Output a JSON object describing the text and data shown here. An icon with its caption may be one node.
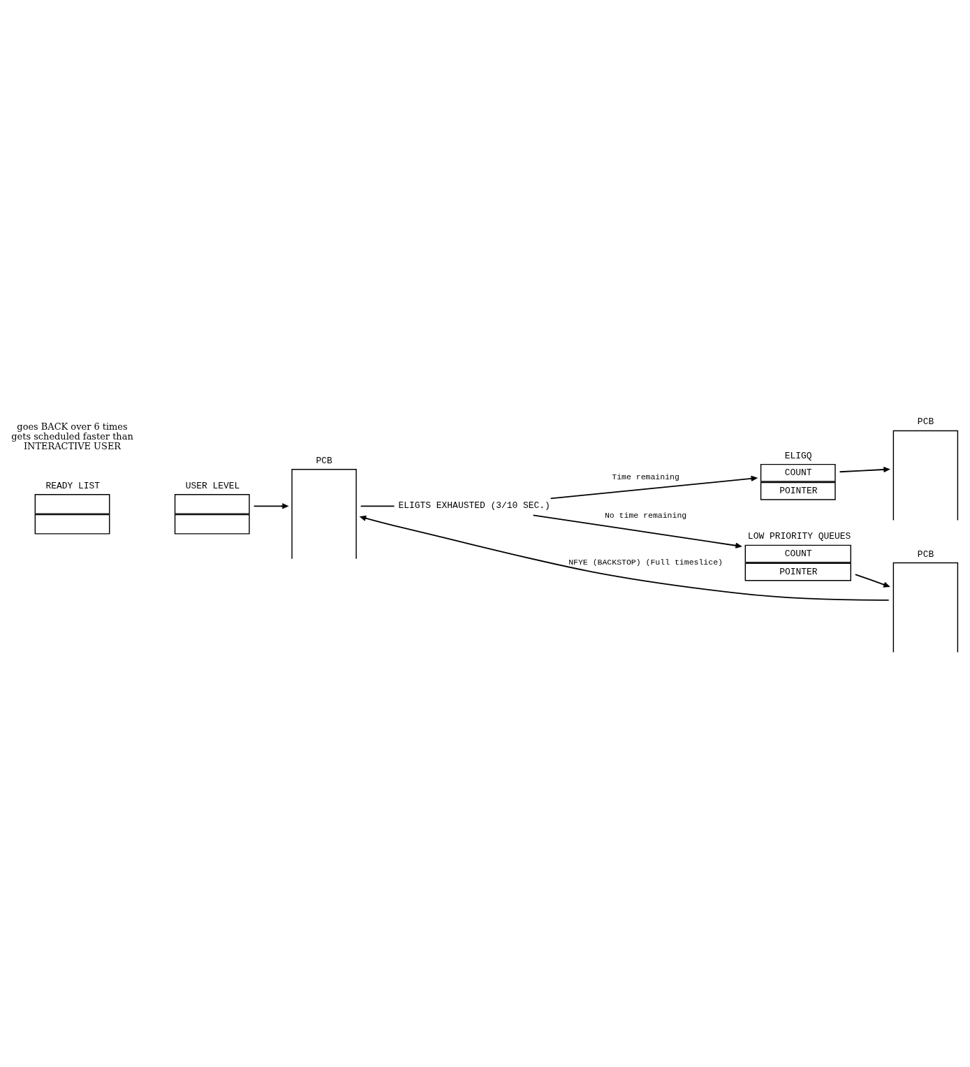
{
  "diagram": {
    "nodes": [
      {
        "text": [
          "READY LIST"
        ]
      },
      {
        "text": [
          "USER LEVEL"
        ]
      },
      {
        "text": [
          "PCB"
        ]
      },
      {
        "text": [
          "ELIGTS EXHAUSTED (3/10 SEC.)"
        ]
      },
      {
        "text": [
          "ELIGQ",
          "COUNT",
          "POINTER"
        ]
      },
      {
        "text": [
          "PCB"
        ]
      },
      {
        "text": [
          "LOW PRIORITY QUEUES",
          "COUNT",
          "POINTER"
        ]
      },
      {
        "text": [
          "PCB"
        ]
      }
    ],
    "edges": [
      {
        "from": 1,
        "to": 2,
        "arrow": "to"
      },
      {
        "from": 2,
        "to": 3,
        "arrow": "none"
      },
      {
        "from": 3,
        "to": 4,
        "arrow": "to",
        "label": "Time remaining"
      },
      {
        "from": 4,
        "to": 5,
        "arrow": "to"
      },
      {
        "from": 3,
        "to": 6,
        "arrow": "to",
        "label": "No time remaining"
      },
      {
        "from": 6,
        "to": 7,
        "arrow": "to"
      },
      {
        "from": 7,
        "to": 2,
        "arrow": "to",
        "label": "NFYE (BACKSTOP) (Full timeslice)"
      }
    ],
    "labels": [
      "goes BACK over 6 times",
      "gets scheduled faster than",
      "INTERACTIVE USER"
    ]
  }
}
